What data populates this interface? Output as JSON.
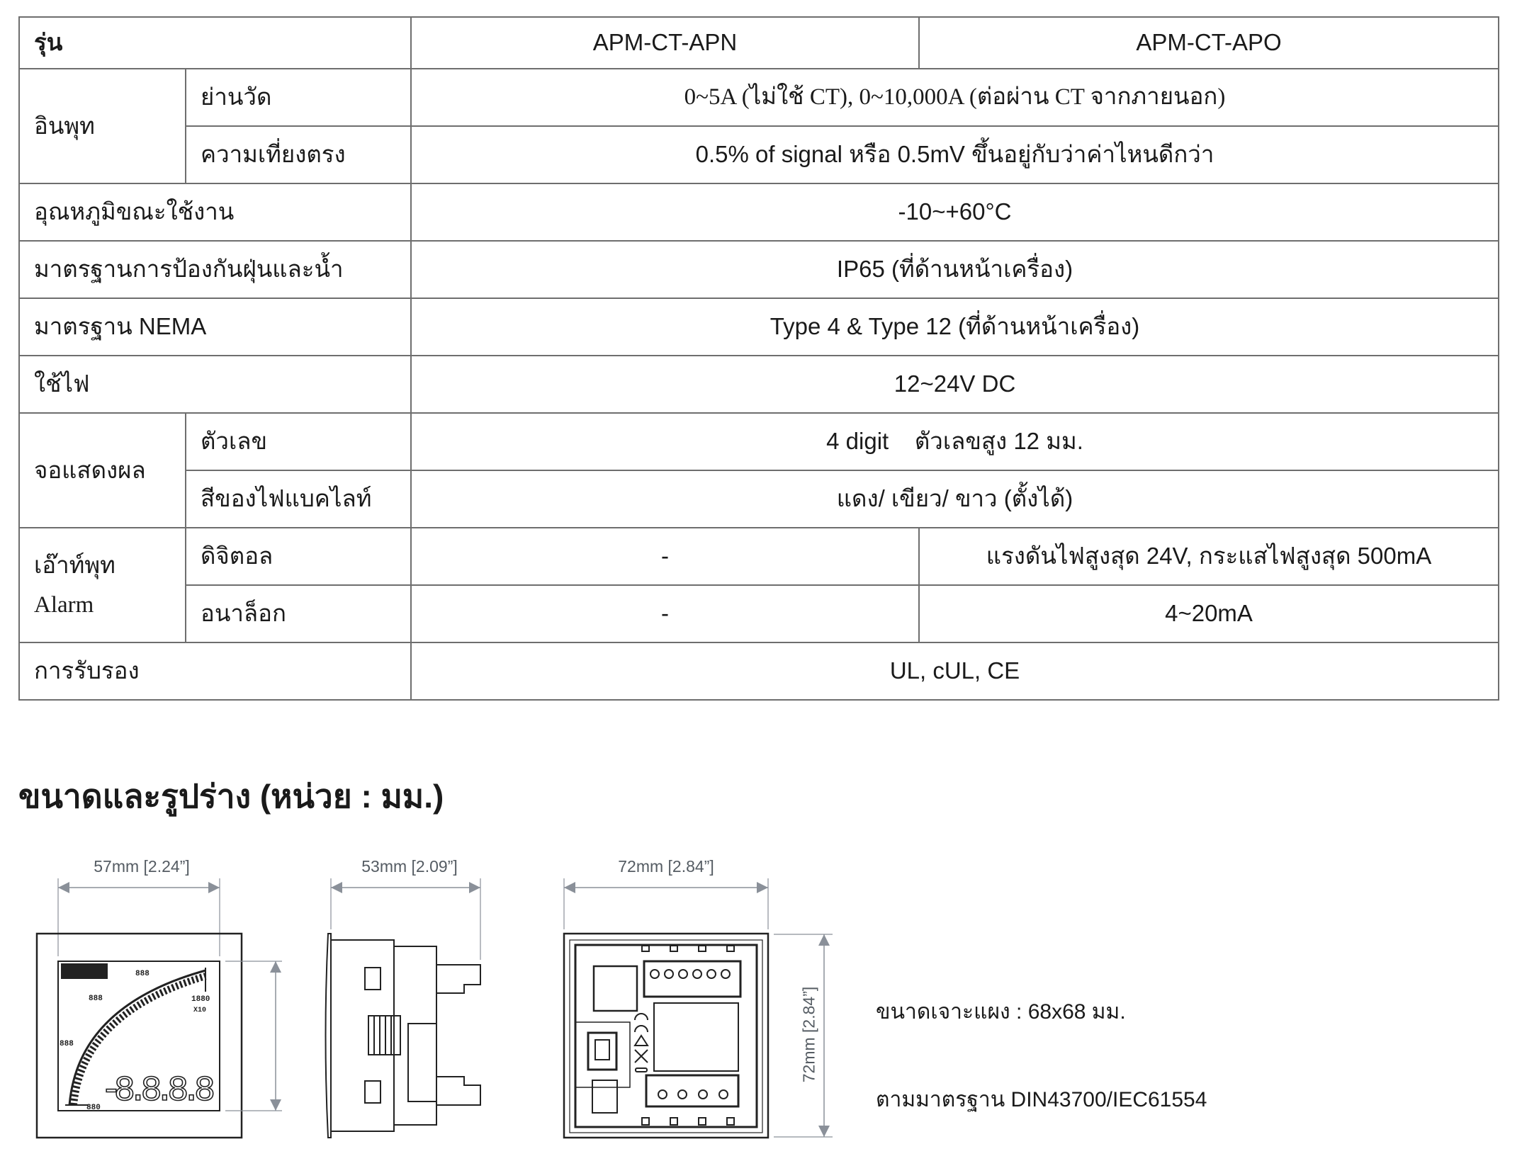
{
  "spec_table": {
    "header": {
      "label": "รุ่น",
      "models": [
        "APM-CT-APN",
        "APM-CT-APO"
      ]
    },
    "input": {
      "group": "อินพุท",
      "range": {
        "label": "ย่านวัด",
        "value": "0~5A (ไม่ใช้ CT), 0~10,000A (ต่อผ่าน CT จากภายนอก)"
      },
      "accuracy": {
        "label": "ความเที่ยงตรง",
        "value": "0.5% of signal หรือ 0.5mV ขึ้นอยู่กับว่าค่าไหนดีกว่า"
      }
    },
    "operating_temp": {
      "label": "อุณหภูมิขณะใช้งาน",
      "value": "-10~+60°C"
    },
    "ip_rating": {
      "label": "มาตรฐานการป้องกันฝุ่นและน้ำ",
      "value": "IP65 (ที่ด้านหน้าเครื่อง)"
    },
    "nema": {
      "label": "มาตรฐาน NEMA",
      "value": "Type 4 & Type 12 (ที่ด้านหน้าเครื่อง)"
    },
    "power": {
      "label": "ใช้ไฟ",
      "value": "12~24V DC"
    },
    "display": {
      "group": "จอแสดงผล",
      "digits": {
        "label": "ตัวเลข",
        "value": "4 digit    ตัวเลขสูง 12 มม."
      },
      "backlight": {
        "label": "สีของไฟแบคไลท์",
        "value": "แดง/ เขียว/ ขาว (ตั้งได้)"
      }
    },
    "alarm_output": {
      "group_line1": "เอ๊าท์พุท",
      "group_line2": "Alarm",
      "digital": {
        "label": "ดิจิตอล",
        "apn": "-",
        "apo": "แรงดันไฟสูงสุด 24V, กระแสไฟสูงสุด 500mA"
      },
      "analog": {
        "label": "อนาล็อก",
        "apn": "-",
        "apo": "4~20mA"
      }
    },
    "certification": {
      "label": "การรับรอง",
      "value": "UL, cUL, CE"
    }
  },
  "dimensions": {
    "title": "ขนาดและรูปร่าง (หน่วย : มม.)",
    "front_view": {
      "width_label": "57mm [2.24”]",
      "display_labels": [
        "888",
        "888",
        "888",
        "1880",
        "X10",
        "880"
      ],
      "main_readout": "-8.8.8.8"
    },
    "side_view": {
      "depth_label": "53mm [2.09”]"
    },
    "rear_view": {
      "width_label": "72mm [2.84”]",
      "height_label": "72mm [2.84”]"
    },
    "notes": [
      "ขนาดเจาะแผง : 68x68 มม.",
      "ตามมาตรฐาน DIN43700/IEC61554"
    ]
  },
  "colors": {
    "border": "#6e6e6e",
    "dimension": "#8a9099",
    "text": "#1a1a1a"
  }
}
